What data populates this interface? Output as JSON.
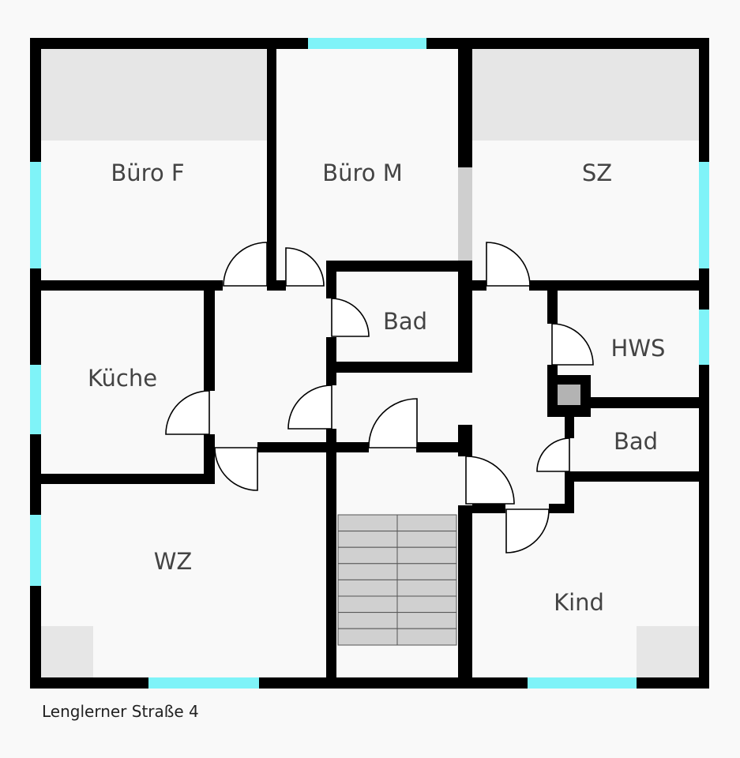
{
  "plan": {
    "address": "Lenglerner Straße 4",
    "rooms": [
      {
        "name": "Büro F"
      },
      {
        "name": "Büro M"
      },
      {
        "name": "SZ"
      },
      {
        "name": "Bad"
      },
      {
        "name": "HWS"
      },
      {
        "name": "Küche"
      },
      {
        "name": "Bad"
      },
      {
        "name": "WZ"
      },
      {
        "name": "Kind"
      }
    ],
    "colors": {
      "wall": "#000000",
      "window": "#7ff3f8",
      "floor": "#f9f9f9",
      "zone": "#e6e6e6",
      "stairs": "#cfcfcf"
    }
  }
}
